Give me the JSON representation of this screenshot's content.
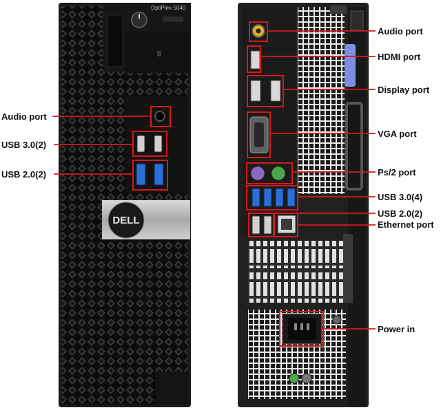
{
  "front": {
    "model_label": "OptiPlex 5040",
    "logo_text": "DELL",
    "callouts": [
      {
        "id": "front-audio",
        "label": "Audio port"
      },
      {
        "id": "front-usb3",
        "label": "USB 3.0(2)"
      },
      {
        "id": "front-usb2",
        "label": "USB 2.0(2)"
      }
    ]
  },
  "rear": {
    "callouts": [
      {
        "id": "rear-audio",
        "label": "Audio port"
      },
      {
        "id": "rear-hdmi",
        "label": "HDMI port"
      },
      {
        "id": "rear-display",
        "label": "Display port"
      },
      {
        "id": "rear-vga",
        "label": "VGA port"
      },
      {
        "id": "rear-ps2",
        "label": "Ps/2 port"
      },
      {
        "id": "rear-usb3",
        "label": "USB 3.0(4)"
      },
      {
        "id": "rear-usb2",
        "label": "USB 2.0(2)"
      },
      {
        "id": "rear-ethernet",
        "label": "Ethernet port"
      },
      {
        "id": "rear-power",
        "label": "Power in"
      }
    ]
  },
  "colors": {
    "callout_red": "#d7191c",
    "chassis_black": "#1a1a1a",
    "usb3_blue": "#2a6fd6",
    "ps2_purple": "#8a6bbf",
    "ps2_green": "#4aa84a",
    "audio_yellow": "#e0b020",
    "bracket_blue": "#7d8fe0"
  }
}
